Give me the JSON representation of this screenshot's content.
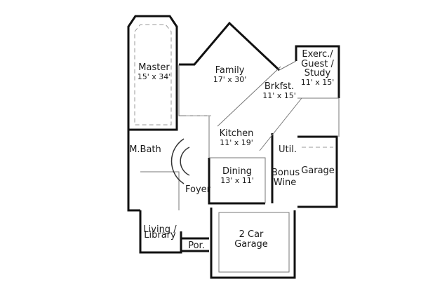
{
  "floor_plan": {
    "rooms": [
      {
        "id": "master",
        "name": "Master",
        "dims": "15' x 34'"
      },
      {
        "id": "family",
        "name": "Family",
        "dims": "17' x 30'"
      },
      {
        "id": "exercise",
        "name_lines": [
          "Exerc./",
          "Guest /",
          "Study"
        ],
        "dims": "11' x 15'"
      },
      {
        "id": "breakfast",
        "name": "Brkfst.",
        "dims": "11' x 15'"
      },
      {
        "id": "kitchen",
        "name": "Kitchen",
        "dims": "11' x 19'"
      },
      {
        "id": "master_bath",
        "name": "M.Bath"
      },
      {
        "id": "dining",
        "name": "Dining",
        "dims": "13' x 11'"
      },
      {
        "id": "foyer",
        "name": "Foyer"
      },
      {
        "id": "utility",
        "name": "Util."
      },
      {
        "id": "bonus_wine",
        "name_lines": [
          "Bonus",
          "Wine"
        ]
      },
      {
        "id": "garage",
        "name": "Garage"
      },
      {
        "id": "living_library",
        "name_lines": [
          "Living /",
          "Library"
        ]
      },
      {
        "id": "porch",
        "name": "Por."
      },
      {
        "id": "two_car_garage",
        "name_lines": [
          "2 Car",
          "Garage"
        ]
      }
    ],
    "colors": {
      "wall": "#111111",
      "thin_line": "#777777",
      "dashed": "#999999",
      "background": "#ffffff"
    }
  }
}
